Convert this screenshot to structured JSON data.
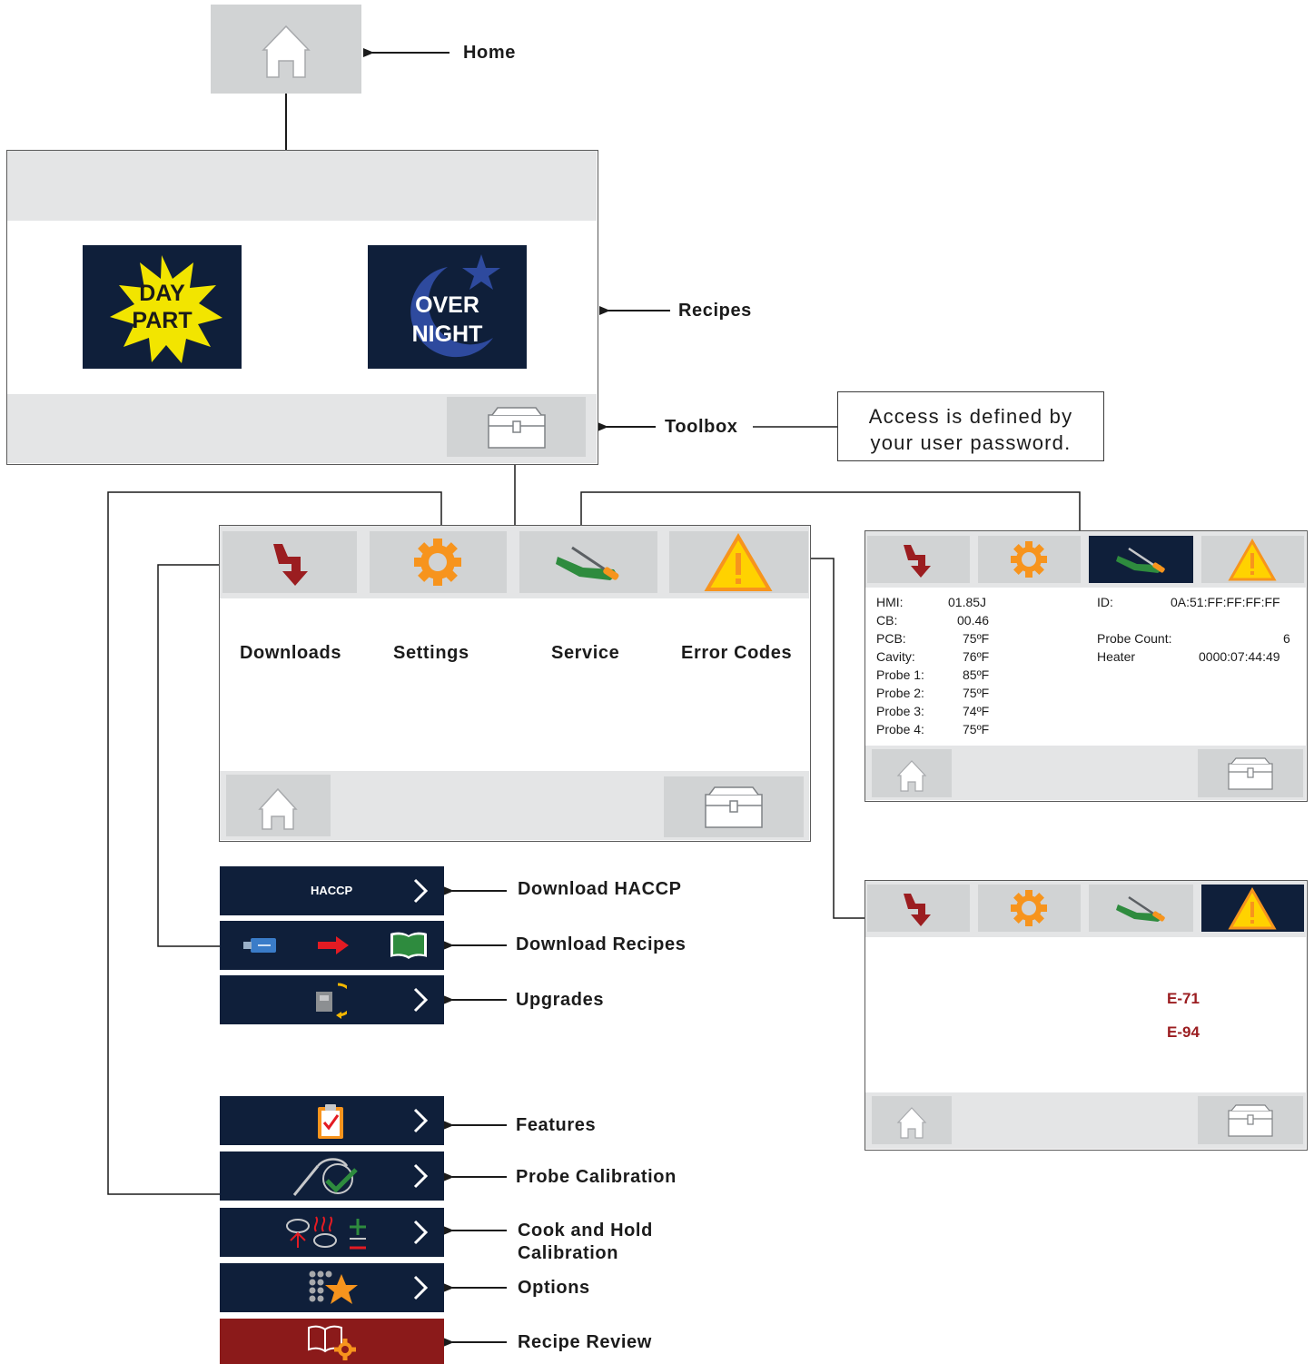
{
  "labels": {
    "home": "Home",
    "recipes": "Recipes",
    "toolbox": "Toolbox",
    "note_line1": "Access is defined by",
    "note_line2": "your user password.",
    "downloads": "Downloads",
    "settings": "Settings",
    "service": "Service",
    "error_codes": "Error Codes",
    "download_haccp": "Download HACCP",
    "download_recipes": "Download Recipes",
    "upgrades": "Upgrades",
    "features": "Features",
    "probe_calibration": "Probe Calibration",
    "cook_hold_line1": "Cook and Hold",
    "cook_hold_line2": "Calibration",
    "options": "Options",
    "recipe_review": "Recipe Review"
  },
  "recipes_screen": {
    "day_part_line1": "DAY",
    "day_part_line2": "PART",
    "over_night_line1": "OVER",
    "over_night_line2": "NIGHT"
  },
  "haccp_button": "HACCP",
  "service_screen": {
    "left": [
      {
        "key": "HMI:",
        "value": "01.85J"
      },
      {
        "key": "CB:",
        "value": "00.46"
      },
      {
        "key": "PCB:",
        "value": "75ºF"
      },
      {
        "key": "Cavity:",
        "value": "76ºF"
      },
      {
        "key": "Probe 1:",
        "value": "85ºF"
      },
      {
        "key": "Probe 2:",
        "value": "75ºF"
      },
      {
        "key": "Probe 3:",
        "value": "74ºF"
      },
      {
        "key": "Probe 4:",
        "value": "75ºF"
      }
    ],
    "right": [
      {
        "key": "ID:",
        "value": "0A:51:FF:FF:FF:FF"
      },
      {
        "key": "Probe Count:",
        "value": "6"
      },
      {
        "key": "Heater",
        "value": "0000:07:44:49"
      }
    ]
  },
  "error_screen": {
    "codes": [
      "E-71",
      "E-94"
    ]
  },
  "colors": {
    "navy": "#0f1f3a",
    "gray_bar": "#e4e5e6",
    "button_gray": "#d1d3d4",
    "download_red": "#9b1d20",
    "gear_orange": "#f7941d",
    "service_green": "#2e8b3e",
    "warning_yellow": "#ffd200",
    "day_part_yellow": "#f2e500",
    "recipe_review_red": "#8b1a1a"
  }
}
